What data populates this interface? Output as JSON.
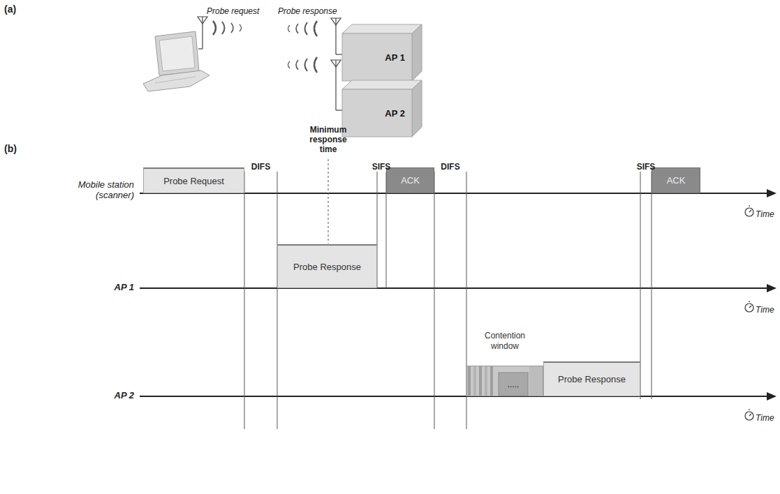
{
  "diagram": {
    "nodes": [
      {
        "text": [
          "AP 1"
        ]
      },
      {
        "text": [
          "AP 2"
        ]
      },
      {
        "text": [
          "Probe Request"
        ]
      },
      {
        "text": [
          "ACK"
        ]
      },
      {
        "text": [
          "Probe Response"
        ]
      },
      {
        "text": [
          "Contention window",
          "....."
        ]
      },
      {
        "text": [
          "Probe Response"
        ]
      },
      {
        "text": [
          "ACK"
        ]
      }
    ],
    "labels": [
      "(a)",
      "Probe request",
      "Probe response",
      "(b)",
      "DIFS",
      "Minimum response time",
      "SIFS",
      "DIFS",
      "SIFS",
      "Mobile station (scanner)",
      "Time",
      "AP 1",
      "Time",
      "AP 2",
      "Time"
    ]
  }
}
